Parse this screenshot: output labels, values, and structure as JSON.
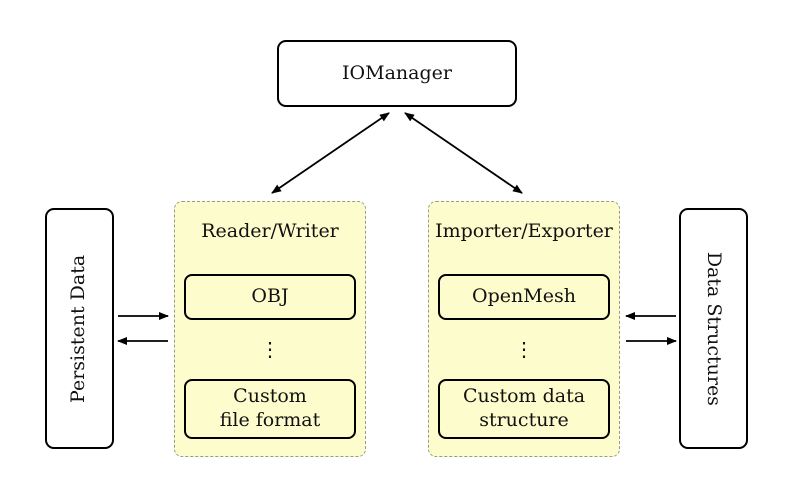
{
  "iomanager": {
    "label": "IOManager"
  },
  "reader_writer": {
    "title": "Reader/Writer",
    "items": [
      "OBJ",
      "Custom\nfile format"
    ],
    "ellipsis": "⋮"
  },
  "importer_exporter": {
    "title": "Importer/Exporter",
    "items": [
      "OpenMesh",
      "Custom data\nstructure"
    ],
    "ellipsis": "⋮"
  },
  "persistent_data": {
    "label": "Persistent Data"
  },
  "data_structures": {
    "label": "Data Structures"
  },
  "colors": {
    "group_fill": "#fdfccc",
    "group_border": "#9a9a8a",
    "stroke": "#000000"
  }
}
